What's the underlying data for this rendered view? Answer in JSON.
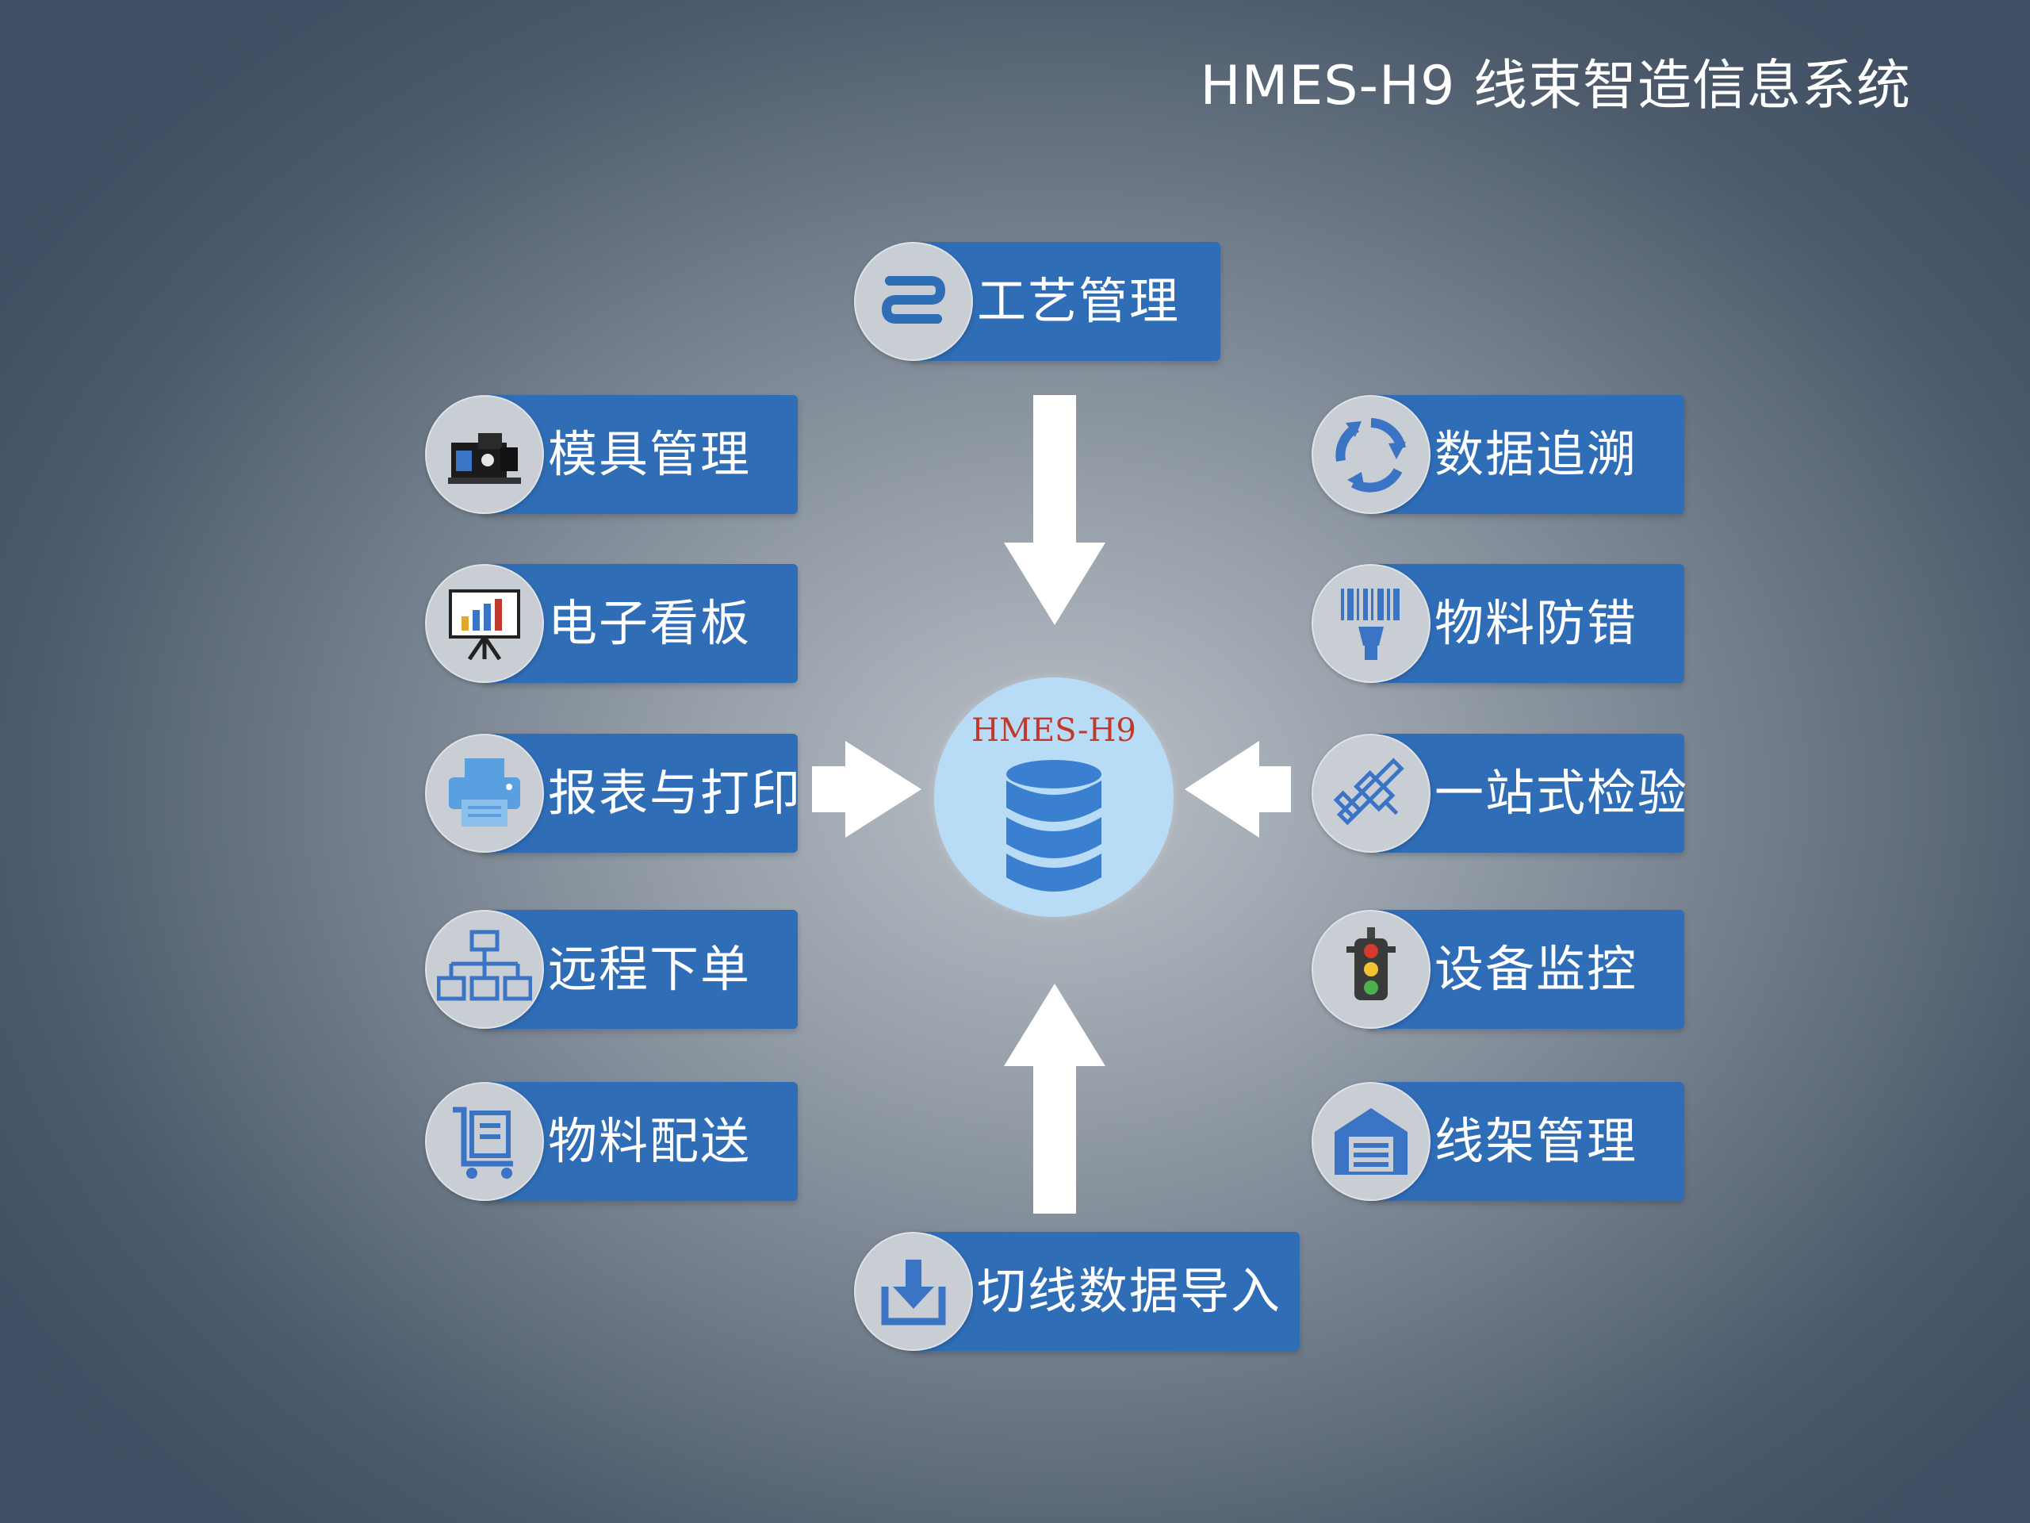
{
  "title": "HMES-H9 线束智造信息系统",
  "hub": {
    "label": "HMES-H9",
    "icon": "database-icon"
  },
  "modules": {
    "process": {
      "label": "工艺管理",
      "icon": "process-list-icon"
    },
    "mold": {
      "label": "模具管理",
      "icon": "mold-machine-icon"
    },
    "kanban": {
      "label": "电子看板",
      "icon": "kanban-chart-icon"
    },
    "report": {
      "label": "报表与打印",
      "icon": "printer-icon"
    },
    "remote_order": {
      "label": "远程下单",
      "icon": "org-tree-icon"
    },
    "material_delivery": {
      "label": "物料配送",
      "icon": "cart-icon"
    },
    "traceability": {
      "label": "数据追溯",
      "icon": "cycle-arrows-icon"
    },
    "error_proofing": {
      "label": "物料防错",
      "icon": "barcode-scanner-icon"
    },
    "inspection": {
      "label": "一站式检验",
      "icon": "caliper-icon"
    },
    "equipment_monitor": {
      "label": "设备监控",
      "icon": "traffic-light-icon"
    },
    "rack_management": {
      "label": "线架管理",
      "icon": "warehouse-icon"
    },
    "cut_import": {
      "label": "切线数据导入",
      "icon": "download-tray-icon"
    }
  },
  "colors": {
    "module_bar": "#2f6db7",
    "hub": "#b8dcf5",
    "hub_label": "#c0392b",
    "arrow": "#ffffff"
  }
}
